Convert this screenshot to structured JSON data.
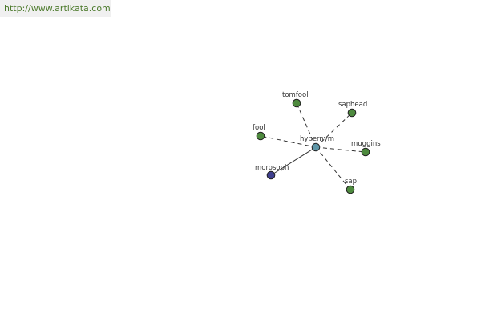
{
  "header": {
    "url": "http://www.artikata.com"
  },
  "colors": {
    "center_node": "#5f97a8",
    "synonym_node": "#4e8a3e",
    "link_node": "#3f3f8e",
    "url_text": "#4c7a2c"
  },
  "graph": {
    "center": {
      "id": "hypernym",
      "label": "hypernym",
      "kind": "center"
    },
    "nodes": [
      {
        "id": "tomfool",
        "label": "tomfool",
        "kind": "synonym",
        "edge": "dashed"
      },
      {
        "id": "saphead",
        "label": "saphead",
        "kind": "synonym",
        "edge": "dashed"
      },
      {
        "id": "fool",
        "label": "fool",
        "kind": "synonym",
        "edge": "dashed"
      },
      {
        "id": "muggins",
        "label": "muggins",
        "kind": "synonym",
        "edge": "dashed"
      },
      {
        "id": "morosoph",
        "label": "morosoph",
        "kind": "link",
        "edge": "solid"
      },
      {
        "id": "sap",
        "label": "sap",
        "kind": "synonym",
        "edge": "dashed"
      }
    ]
  }
}
